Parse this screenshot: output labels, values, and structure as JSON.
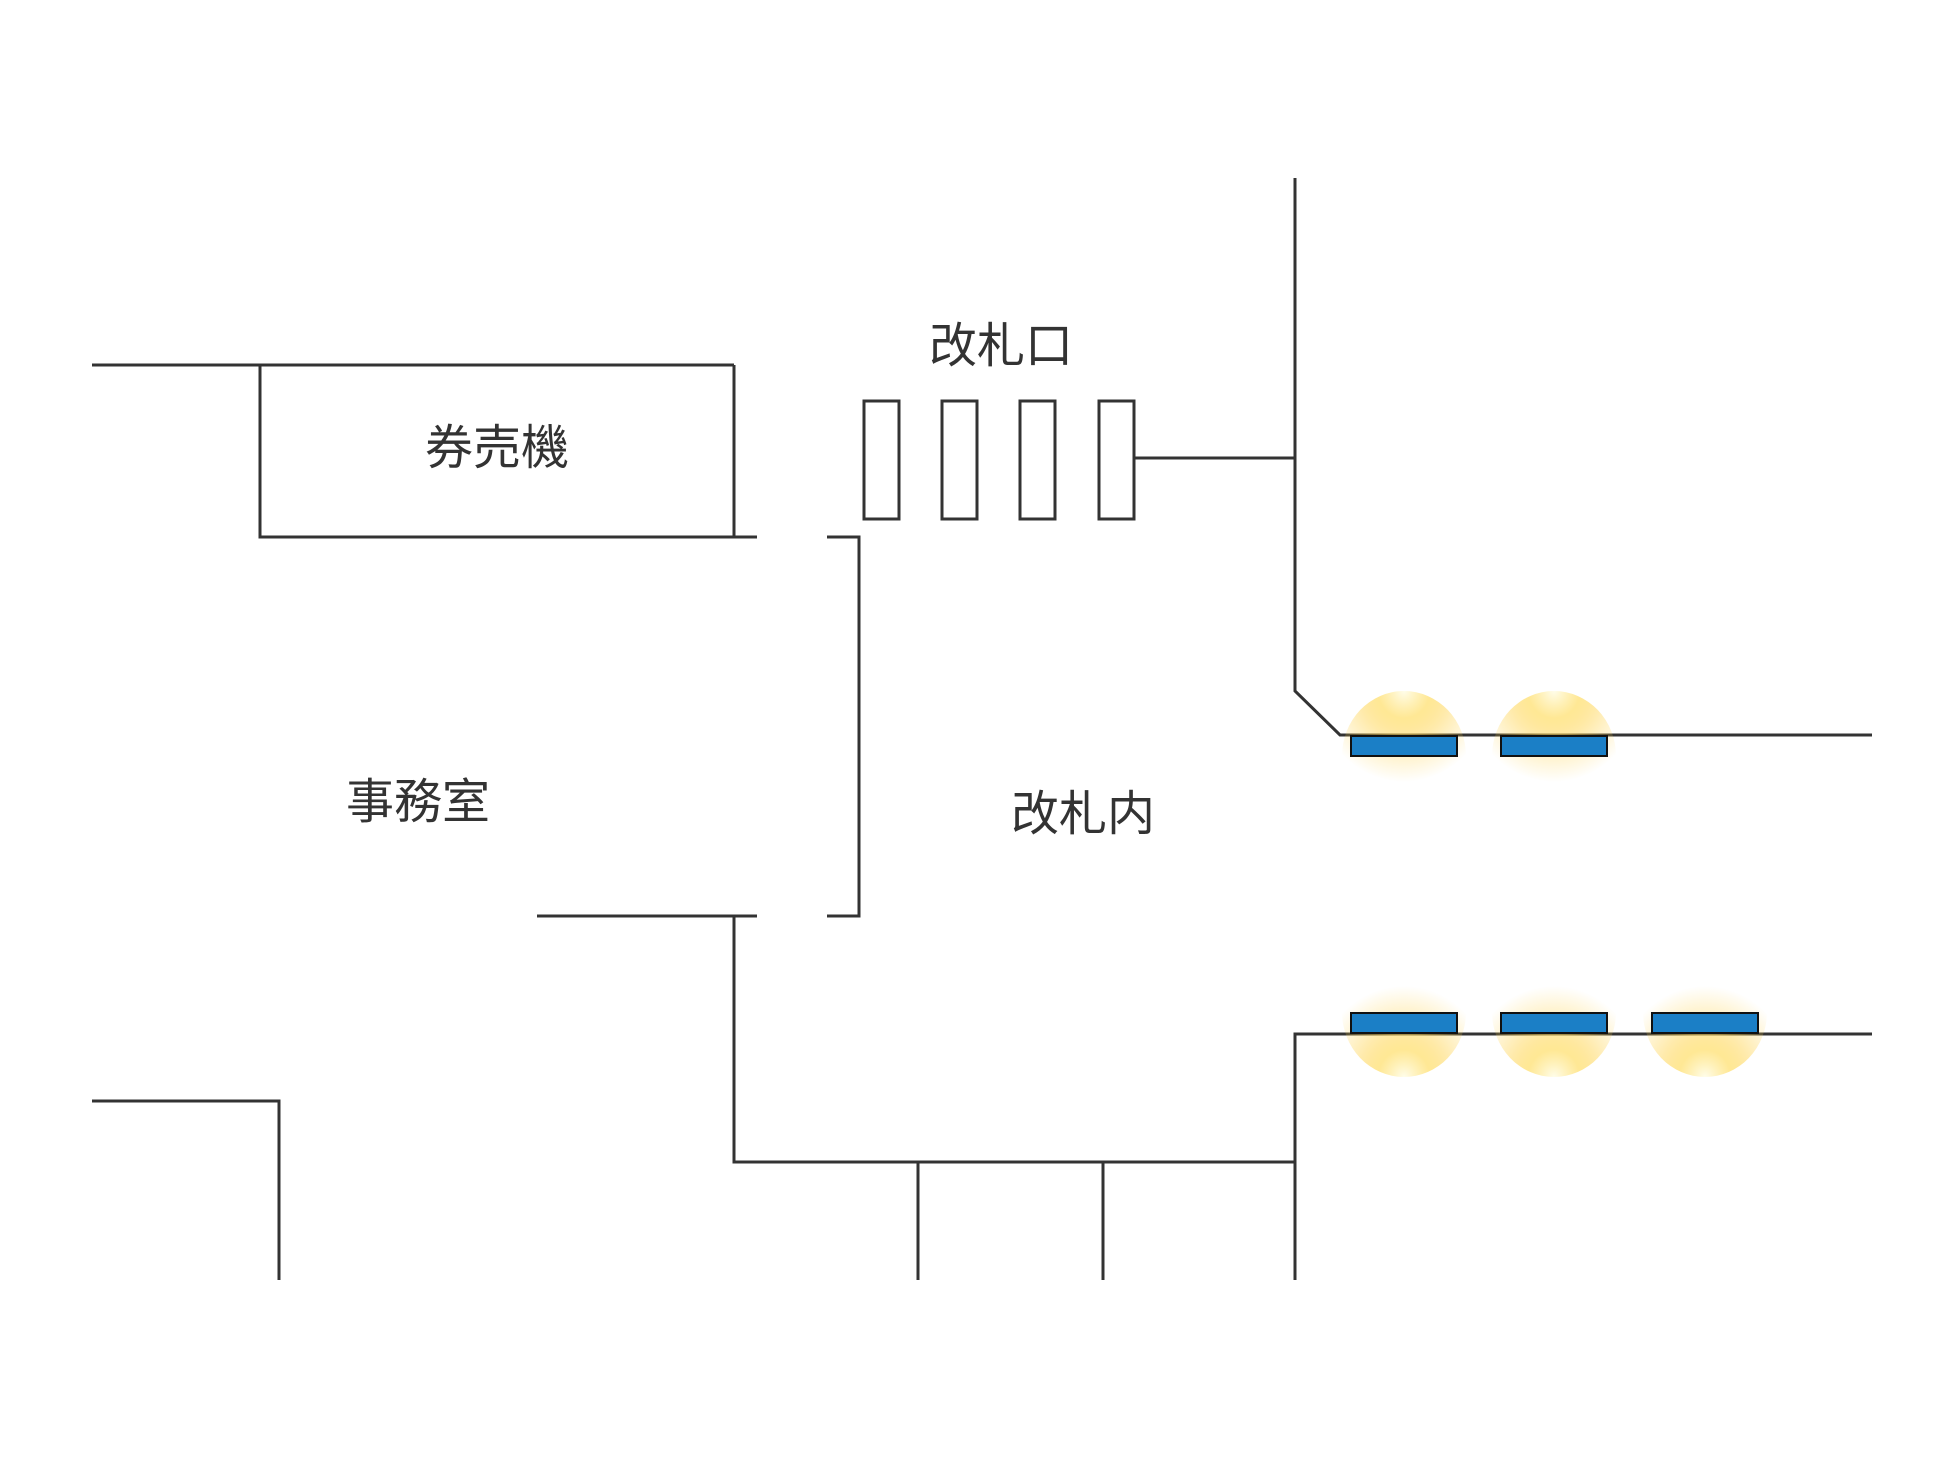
{
  "labels": {
    "ticket_gate": "改札口",
    "ticket_machine": "券売機",
    "station_office": "事務室",
    "inside_gates": "改札内"
  },
  "colors": {
    "wall": "#333333",
    "door": "#1b7fc6",
    "light_glow": "#ffd34d",
    "background": "#ffffff"
  },
  "icons": {
    "gate": "ticket-gate-icon",
    "door": "door-icon",
    "light": "light-glow-icon"
  }
}
